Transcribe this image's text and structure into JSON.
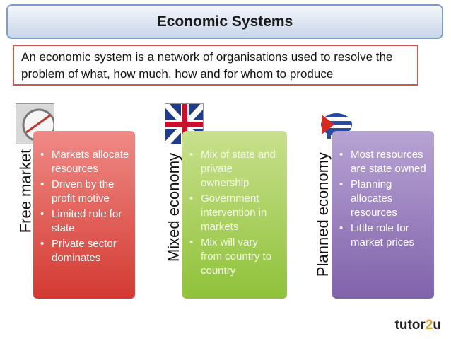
{
  "title": "Economic Systems",
  "definition": "An economic system is a network of organisations used to resolve the problem of what, how much, how and for whom to produce",
  "systems": [
    {
      "label": "Free market",
      "points": [
        "Markets allocate resources",
        "Driven by the profit motive",
        "Limited role for state",
        "Private sector dominates"
      ]
    },
    {
      "label": "Mixed economy",
      "points": [
        "Mix of state and private ownership",
        "Government intervention in markets",
        "Mix will vary from country to country"
      ]
    },
    {
      "label": "Planned economy",
      "points": [
        "Most resources are state owned",
        "Planning allocates resources",
        "Little role for market prices"
      ]
    }
  ],
  "logo": {
    "part1": "tutor",
    "part2": "2",
    "part3": "u"
  },
  "images": [
    "compass-profit-icon",
    "union-jack-economy-icon",
    "cuba-flag-piggybank-icon"
  ]
}
